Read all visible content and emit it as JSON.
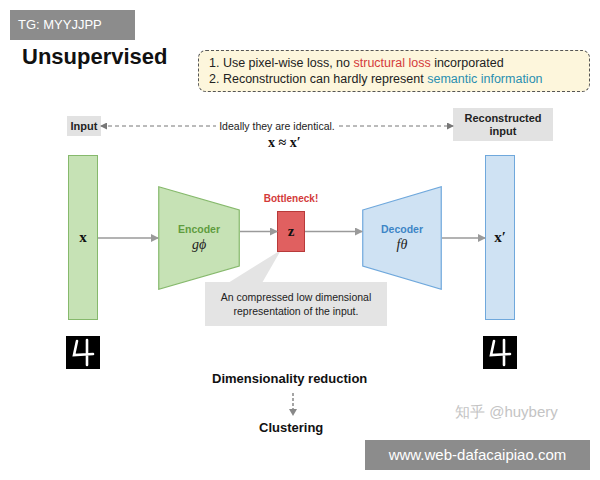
{
  "diagram": {
    "title": "Unsupervised",
    "nodes": [
      {
        "text": [
          "1. Use pixel-wise loss, no",
          "structural loss",
          "incorporated",
          "2. Reconstruction can hardly represent",
          "semantic information"
        ]
      },
      {
        "text": [
          "Input"
        ]
      },
      {
        "text": [
          "Reconstructed input"
        ]
      },
      {
        "text": [
          "x"
        ]
      },
      {
        "text": [
          "Encoder",
          "gϕ"
        ]
      },
      {
        "text": [
          "Bottleneck!",
          "z"
        ]
      },
      {
        "text": [
          "Decoder",
          "fθ"
        ]
      },
      {
        "text": [
          "x′"
        ]
      },
      {
        "text": [
          "An compressed low dimensional representation of the input."
        ]
      }
    ],
    "edges": [
      {
        "from": 1,
        "to": 2,
        "label": "Ideally they are identical.",
        "arrow": "both"
      },
      {
        "from": 3,
        "to": 4,
        "arrow": "to"
      },
      {
        "from": 4,
        "to": 5,
        "arrow": "to"
      },
      {
        "from": 5,
        "to": 6,
        "arrow": "to"
      },
      {
        "from": 6,
        "to": 7,
        "arrow": "to"
      }
    ],
    "labels": [
      "TG: MYYJJPP",
      "x ≈ x′",
      "Dimensionality reduction",
      "Clustering",
      "知乎 @huybery",
      "www.web-dafacaipiao.com"
    ]
  }
}
